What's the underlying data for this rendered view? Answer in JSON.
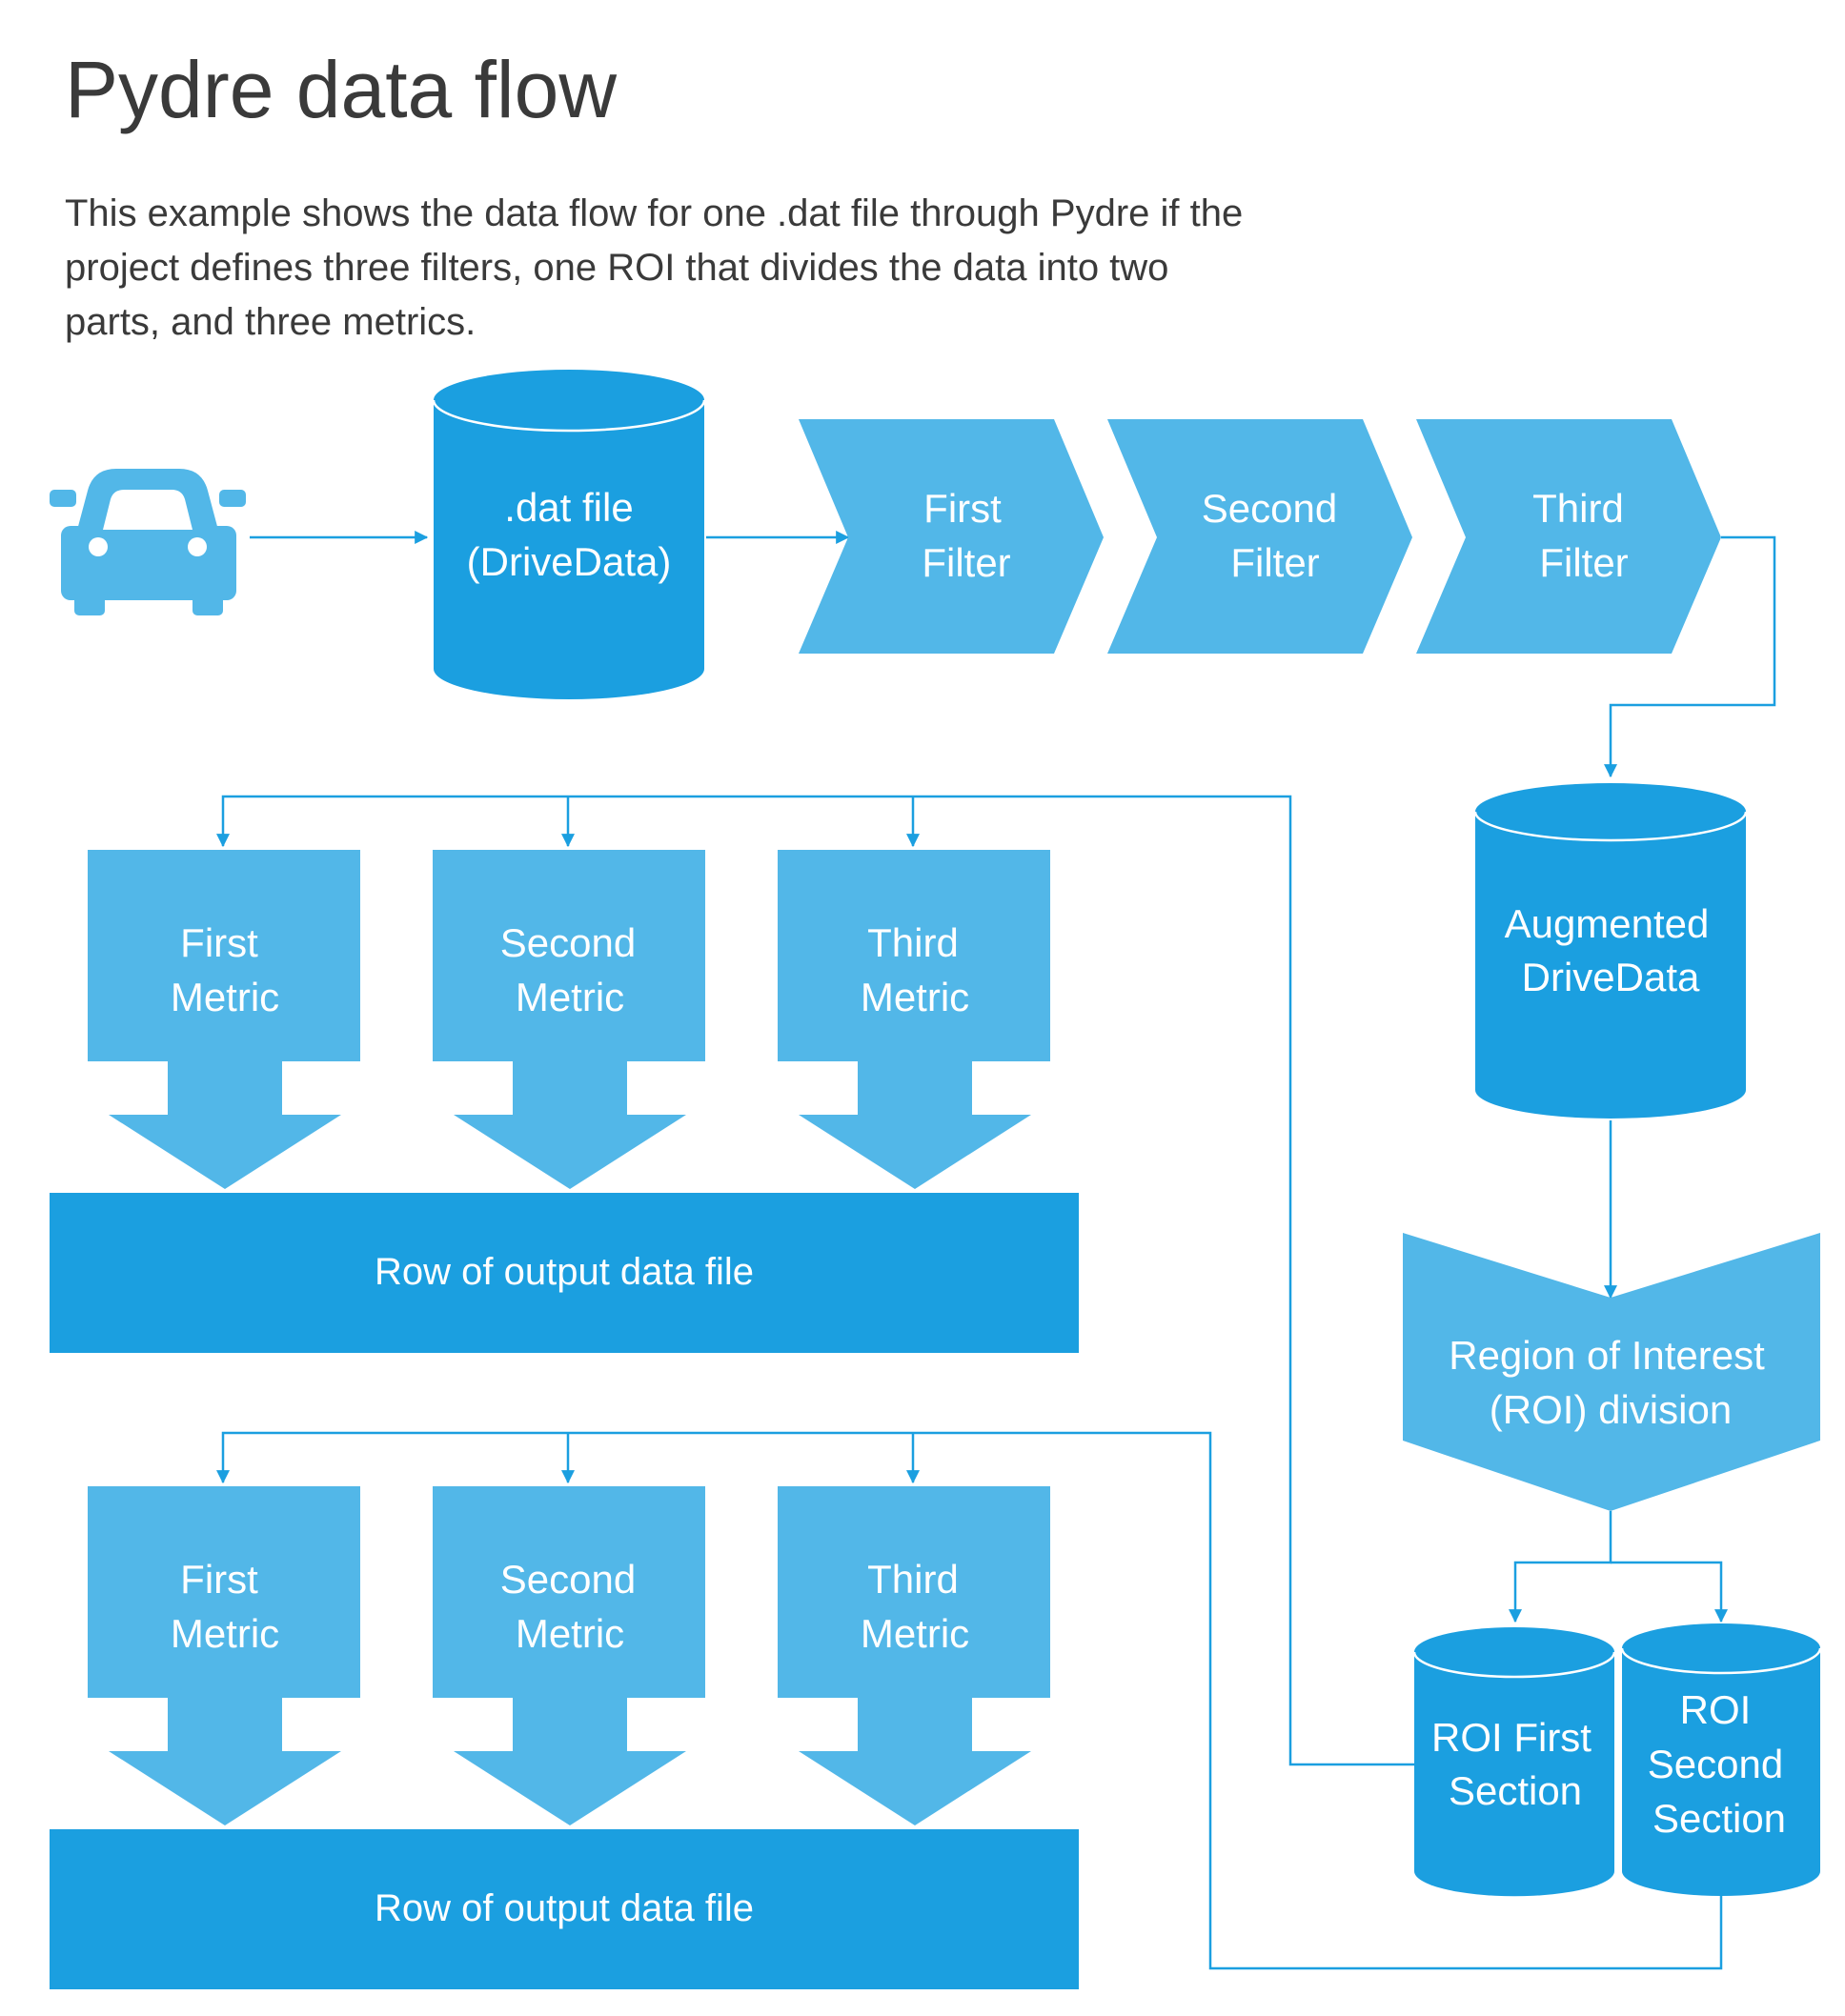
{
  "title": "Pydre data flow",
  "description": "This example shows the data flow for one .dat file through Pydre if the project defines three filters, one ROI that divides the data into two parts, and three metrics.",
  "colors": {
    "dark_blue": "#1b9fe0",
    "light_blue": "#52b7e8",
    "text": "#3a3a3a",
    "white": "#ffffff"
  },
  "icons": {
    "source": "car-icon"
  },
  "nodes": {
    "dat_file": {
      "line1": ".dat file",
      "line2": "(DriveData)"
    },
    "filters": [
      {
        "line1": "First",
        "line2": "Filter"
      },
      {
        "line1": "Second",
        "line2": "Filter"
      },
      {
        "line1": "Third",
        "line2": "Filter"
      }
    ],
    "augmented": {
      "line1": "Augmented",
      "line2": "DriveData"
    },
    "roi_division": {
      "line1": "Region of Interest",
      "line2": "(ROI) division"
    },
    "roi_first": {
      "line1": "ROI First",
      "line2": "Section"
    },
    "roi_second": {
      "line1": "ROI",
      "line2": "Second",
      "line3": "Section"
    },
    "metric_groups": [
      {
        "metrics": [
          {
            "line1": "First",
            "line2": "Metric"
          },
          {
            "line1": "Second",
            "line2": "Metric"
          },
          {
            "line1": "Third",
            "line2": "Metric"
          }
        ],
        "output": "Row of output data file"
      },
      {
        "metrics": [
          {
            "line1": "First",
            "line2": "Metric"
          },
          {
            "line1": "Second",
            "line2": "Metric"
          },
          {
            "line1": "Third",
            "line2": "Metric"
          }
        ],
        "output": "Row of output data file"
      }
    ]
  }
}
